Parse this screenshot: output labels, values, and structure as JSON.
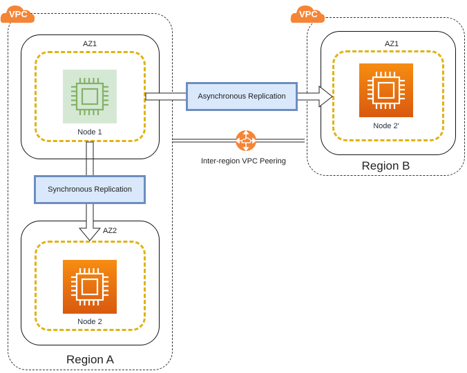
{
  "diagram": {
    "regions": [
      {
        "id": "region-a",
        "label": "Region A",
        "vpc_badge": "VPC"
      },
      {
        "id": "region-b",
        "label": "Region B",
        "vpc_badge": "VPC"
      }
    ],
    "availability_zones": {
      "region_a_az1": "AZ1",
      "region_a_az2": "AZ2",
      "region_b_az1": "AZ1"
    },
    "nodes": {
      "node1": {
        "label": "Node 1",
        "style": "green"
      },
      "node2": {
        "label": "Node 2",
        "style": "orange"
      },
      "node2_prime": {
        "label": "Node 2'",
        "style": "orange"
      }
    },
    "connections": {
      "synchronous": "Synchronous Replication",
      "asynchronous": "Asynchronous Replication",
      "peering": "Inter-region VPC Peering"
    },
    "colors": {
      "vpc_orange": "#f58536",
      "node_group_yellow": "#dfb313",
      "chip_orange_top": "#f68d11",
      "chip_orange_bottom": "#d9590f",
      "chip_green_bg": "#d5e8d4",
      "chip_green_line": "#82b366",
      "replication_fill": "#dae8fc",
      "replication_border": "#6c8ebf"
    }
  }
}
